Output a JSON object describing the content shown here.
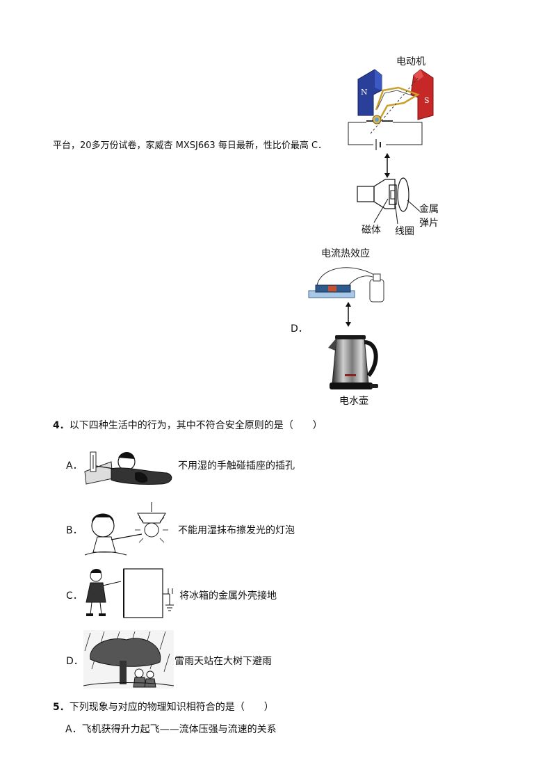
{
  "optionC": {
    "text": "平台，20多万份试卷，家威杏 MXSJ663 每日最新，性比价最高 C．",
    "motor_label": "电动机",
    "magnet_n": "N",
    "magnet_s": "S",
    "label_magnet": "磁体",
    "label_coil": "线圈",
    "label_metal_1": "金属",
    "label_metal_2": "弹片"
  },
  "optionD": {
    "letter": "D．",
    "heat_label": "电流热效应",
    "kettle_label": "电水壶"
  },
  "question4": {
    "number": "4．",
    "stem": "以下四种生活中的行为，其中不符合安全原则的是（　　）",
    "options": [
      {
        "letter": "A．",
        "text": "不用湿的手触碰插座的插孔"
      },
      {
        "letter": "B．",
        "text": "不能用湿抹布擦发光的灯泡"
      },
      {
        "letter": "C．",
        "text": "将冰箱的金属外壳接地"
      },
      {
        "letter": "D．",
        "text": "雷雨天站在大树下避雨"
      }
    ]
  },
  "question5": {
    "number": "5．",
    "stem": "下列现象与对应的物理知识相符合的是（　　）",
    "optionA": "A．飞机获得升力起飞——流体压强与流速的关系"
  }
}
